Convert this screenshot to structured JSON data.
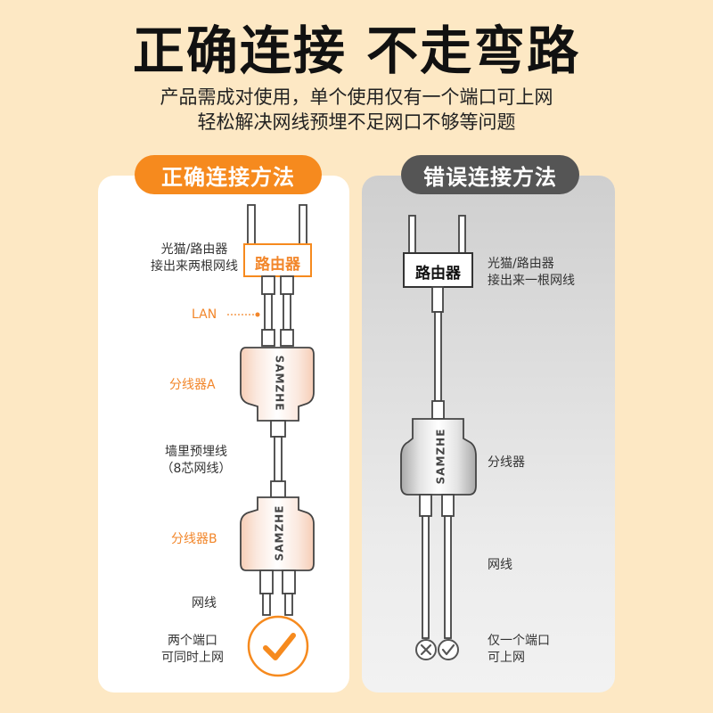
{
  "title": "正确连接 不走弯路",
  "subtitle": {
    "line1": "产品需成对使用，单个使用仅有一个端口可上网",
    "line2": "轻松解决网线预埋不足网口不够等问题"
  },
  "left": {
    "header": "正确连接方法",
    "router_label": "路由器",
    "router_desc": [
      "光猫/路由器",
      "接出来两根网线"
    ],
    "lan_label": "LAN",
    "splitter_a": "分线器A",
    "wall_cable": [
      "墙里预埋线",
      "（8芯网线）"
    ],
    "splitter_b": "分线器B",
    "cable_label": "网线",
    "result": [
      "两个端口",
      "可同时上网"
    ],
    "brand": "SAMZHE"
  },
  "right": {
    "header": "错误连接方法",
    "router_label": "路由器",
    "router_desc": [
      "光猫/路由器",
      "接出来一根网线"
    ],
    "splitter": "分线器",
    "cable_label": "网线",
    "result": [
      "仅一个端口",
      "可上网"
    ],
    "brand": "SAMZHE"
  },
  "colors": {
    "background": "#fde8c4",
    "accent_orange": "#f68a1e",
    "dark_gray": "#555555"
  },
  "icons": {
    "left_result": "check-circle-icon",
    "right_result_1": "cross-circle-icon",
    "right_result_2": "check-circle-icon"
  }
}
